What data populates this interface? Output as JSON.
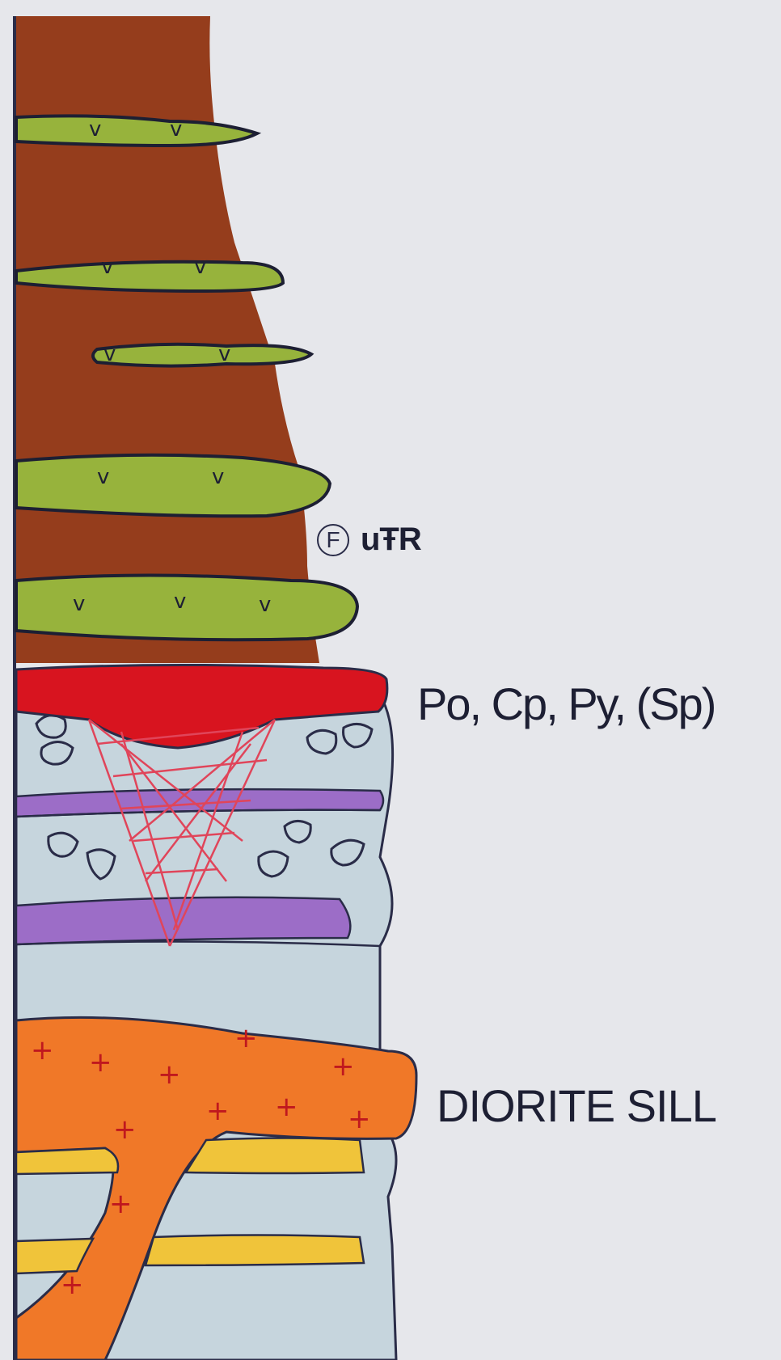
{
  "labels": {
    "fossil_symbol": "F",
    "age": "uŦR",
    "minerals": "Po, Cp, Py, (Sp)",
    "intrusion": "DIORITE SILL"
  },
  "colors": {
    "background": "#e6e7eb",
    "sedimentary_brown": "#953d1c",
    "volcanic_green": "#97b33c",
    "massive_sulfide_red": "#d8141f",
    "stockwork_lines": "#e0455a",
    "carbonate_pale_blue": "#c6d5dd",
    "purple_bands": "#9c6dc7",
    "diorite_orange": "#f07828",
    "yellow_bands": "#f0c43a",
    "outline": "#2a2c48"
  },
  "symbols": {
    "volcanic_pattern": "v",
    "intrusive_pattern": "+"
  }
}
